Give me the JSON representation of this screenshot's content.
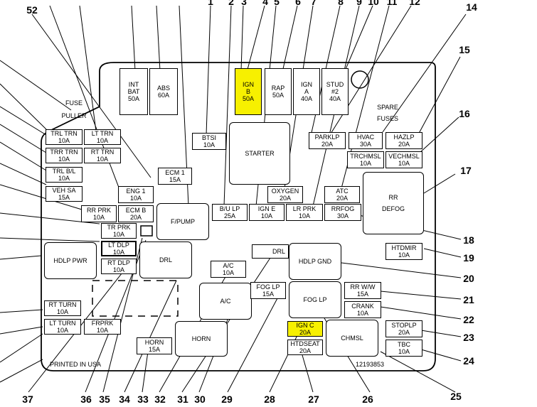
{
  "labels": {
    "fuse_puller_l1": "FUSE",
    "fuse_puller_l2": "PULLER",
    "spare_fuses_l1": "SPARE",
    "spare_fuses_l2": "FUSES",
    "printed": "PRINTED IN USA",
    "partno": "12193853"
  },
  "fuses": {
    "int_bat": [
      "INT",
      "BAT",
      "50A"
    ],
    "abs": [
      "ABS",
      "60A"
    ],
    "ign_b": [
      "IGN",
      "B",
      "50A"
    ],
    "rap": [
      "RAP",
      "50A"
    ],
    "ign_a": [
      "IGN",
      "A",
      "40A"
    ],
    "stud2": [
      "STUD",
      "#2",
      "40A"
    ],
    "rt_trn_l1": [
      "TRL TRN",
      "10A"
    ],
    "lt_trn": [
      "LT TRN",
      "10A"
    ],
    "trr_trn": [
      "TRR TRN",
      "10A"
    ],
    "rt_trn": [
      "RT TRN",
      "10A"
    ],
    "trl_bl": [
      "TRL B/L",
      "10A"
    ],
    "veh_sa": [
      "VEH SA",
      "15A"
    ],
    "btsi": [
      "BTSI",
      "10A"
    ],
    "starter": [
      "STARTER"
    ],
    "ecm1": [
      "ECM 1",
      "15A"
    ],
    "parklp": [
      "PARKLP",
      "20A"
    ],
    "hvac": [
      "HVAC",
      "30A"
    ],
    "hazlp": [
      "HAZLP",
      "20A"
    ],
    "trchmsl": [
      "TRCHMSL",
      "10A"
    ],
    "vechmsl": [
      "VECHMSL",
      "10A"
    ],
    "eng1": [
      "ENG 1",
      "10A"
    ],
    "rr_prk": [
      "RR PRK",
      "10A"
    ],
    "ecm_b": [
      "ECM B",
      "20A"
    ],
    "fpump": [
      "F/PUMP"
    ],
    "bu_lp": [
      "B/U LP",
      "25A"
    ],
    "oxygen": [
      "OXYGEN",
      "20A"
    ],
    "ign_e": [
      "IGN E",
      "10A"
    ],
    "lr_prk": [
      "LR PRK",
      "10A"
    ],
    "atc": [
      "ATC",
      "20A"
    ],
    "rrfog": [
      "RRFOG",
      "30A"
    ],
    "rr_defog": [
      "RR",
      "DEFOG"
    ],
    "tr_prk": [
      "TR PRK",
      "10A"
    ],
    "lt_dlp": [
      "LT DLP",
      "10A"
    ],
    "rt_dlp": [
      "RT DLP",
      "10A"
    ],
    "drl": [
      "DRL"
    ],
    "hdlp_pwr": [
      "HDLP PWR"
    ],
    "diode_drl": [
      "DRL"
    ],
    "hdlp_gnd": [
      "HDLP GND"
    ],
    "htdmir": [
      "HTDMIR",
      "10A"
    ],
    "ac_fuse": [
      "A/C",
      "10A"
    ],
    "ac_relay": [
      "A/C"
    ],
    "foglp_fuse": [
      "FOG LP",
      "15A"
    ],
    "foglp_relay": [
      "FOG LP"
    ],
    "rr_ww": [
      "RR W/W",
      "15A"
    ],
    "crank": [
      "CRANK",
      "10A"
    ],
    "rt_turn": [
      "RT TURN",
      "10A"
    ],
    "lt_turn": [
      "LT TURN",
      "10A"
    ],
    "frprk": [
      "FRPRK",
      "10A"
    ],
    "horn_fuse": [
      "HORN",
      "15A"
    ],
    "horn_relay": [
      "HORN"
    ],
    "ign_c": [
      "IGN C",
      "20A"
    ],
    "htdseat": [
      "HTDSEAT",
      "20A"
    ],
    "chmsl": [
      "CHMSL"
    ],
    "stoplp": [
      "STOPLP",
      "20A"
    ],
    "tbc": [
      "TBC",
      "10A"
    ]
  },
  "callouts": {
    "n1": "1",
    "n2": "2",
    "n3": "3",
    "n4": "4",
    "n5": "5",
    "n6": "6",
    "n7": "7",
    "n8": "8",
    "n9": "9",
    "n10": "10",
    "n11": "11",
    "n12": "12",
    "n14": "14",
    "n15": "15",
    "n16": "16",
    "n17": "17",
    "n18": "18",
    "n19": "19",
    "n20": "20",
    "n21": "21",
    "n22": "22",
    "n23": "23",
    "n24": "24",
    "n25": "25",
    "n26": "26",
    "n27": "27",
    "n28": "28",
    "n29": "29",
    "n30": "30",
    "n31": "31",
    "n32": "32",
    "n33": "33",
    "n34": "34",
    "n35": "35",
    "n36": "36",
    "n37": "37",
    "n52": "52"
  }
}
